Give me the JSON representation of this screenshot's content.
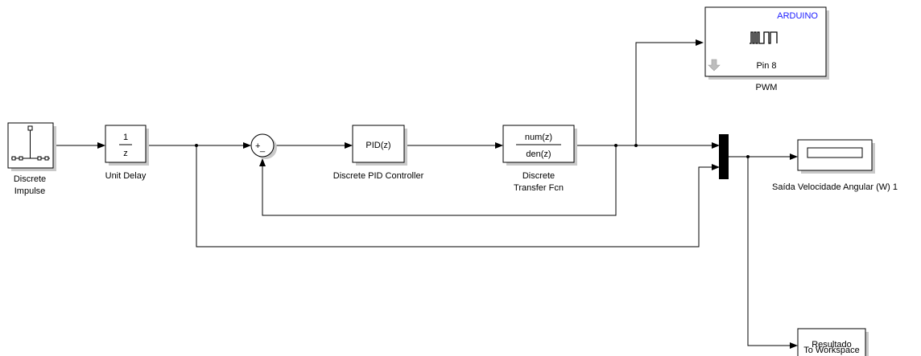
{
  "colors": {
    "accent": "#1a1aff",
    "block_border": "#000000",
    "shadow": "#c9c9c9",
    "background": "#ffffff"
  },
  "blocks": {
    "impulse": {
      "label_line1": "Discrete",
      "label_line2": "Impulse"
    },
    "unit_delay": {
      "numerator": "1",
      "denominator": "z",
      "label": "Unit Delay"
    },
    "sum": {
      "plus_sign": "+",
      "minus_sign": "_"
    },
    "pid": {
      "content": "PID(z)",
      "label": "Discrete PID Controller"
    },
    "transfer_fcn": {
      "numerator": "num(z)",
      "denominator": "den(z)",
      "label_line1": "Discrete",
      "label_line2": "Transfer Fcn"
    },
    "arduino_pwm": {
      "brand": "ARDUINO",
      "pin": "Pin 8",
      "label": "PWM",
      "icon": "pwm-pulse-icon"
    },
    "scope": {
      "label": "Saída Velocidade Angular (W) 1"
    },
    "workspace": {
      "content": "Resultado",
      "label": "To Workspace"
    }
  }
}
